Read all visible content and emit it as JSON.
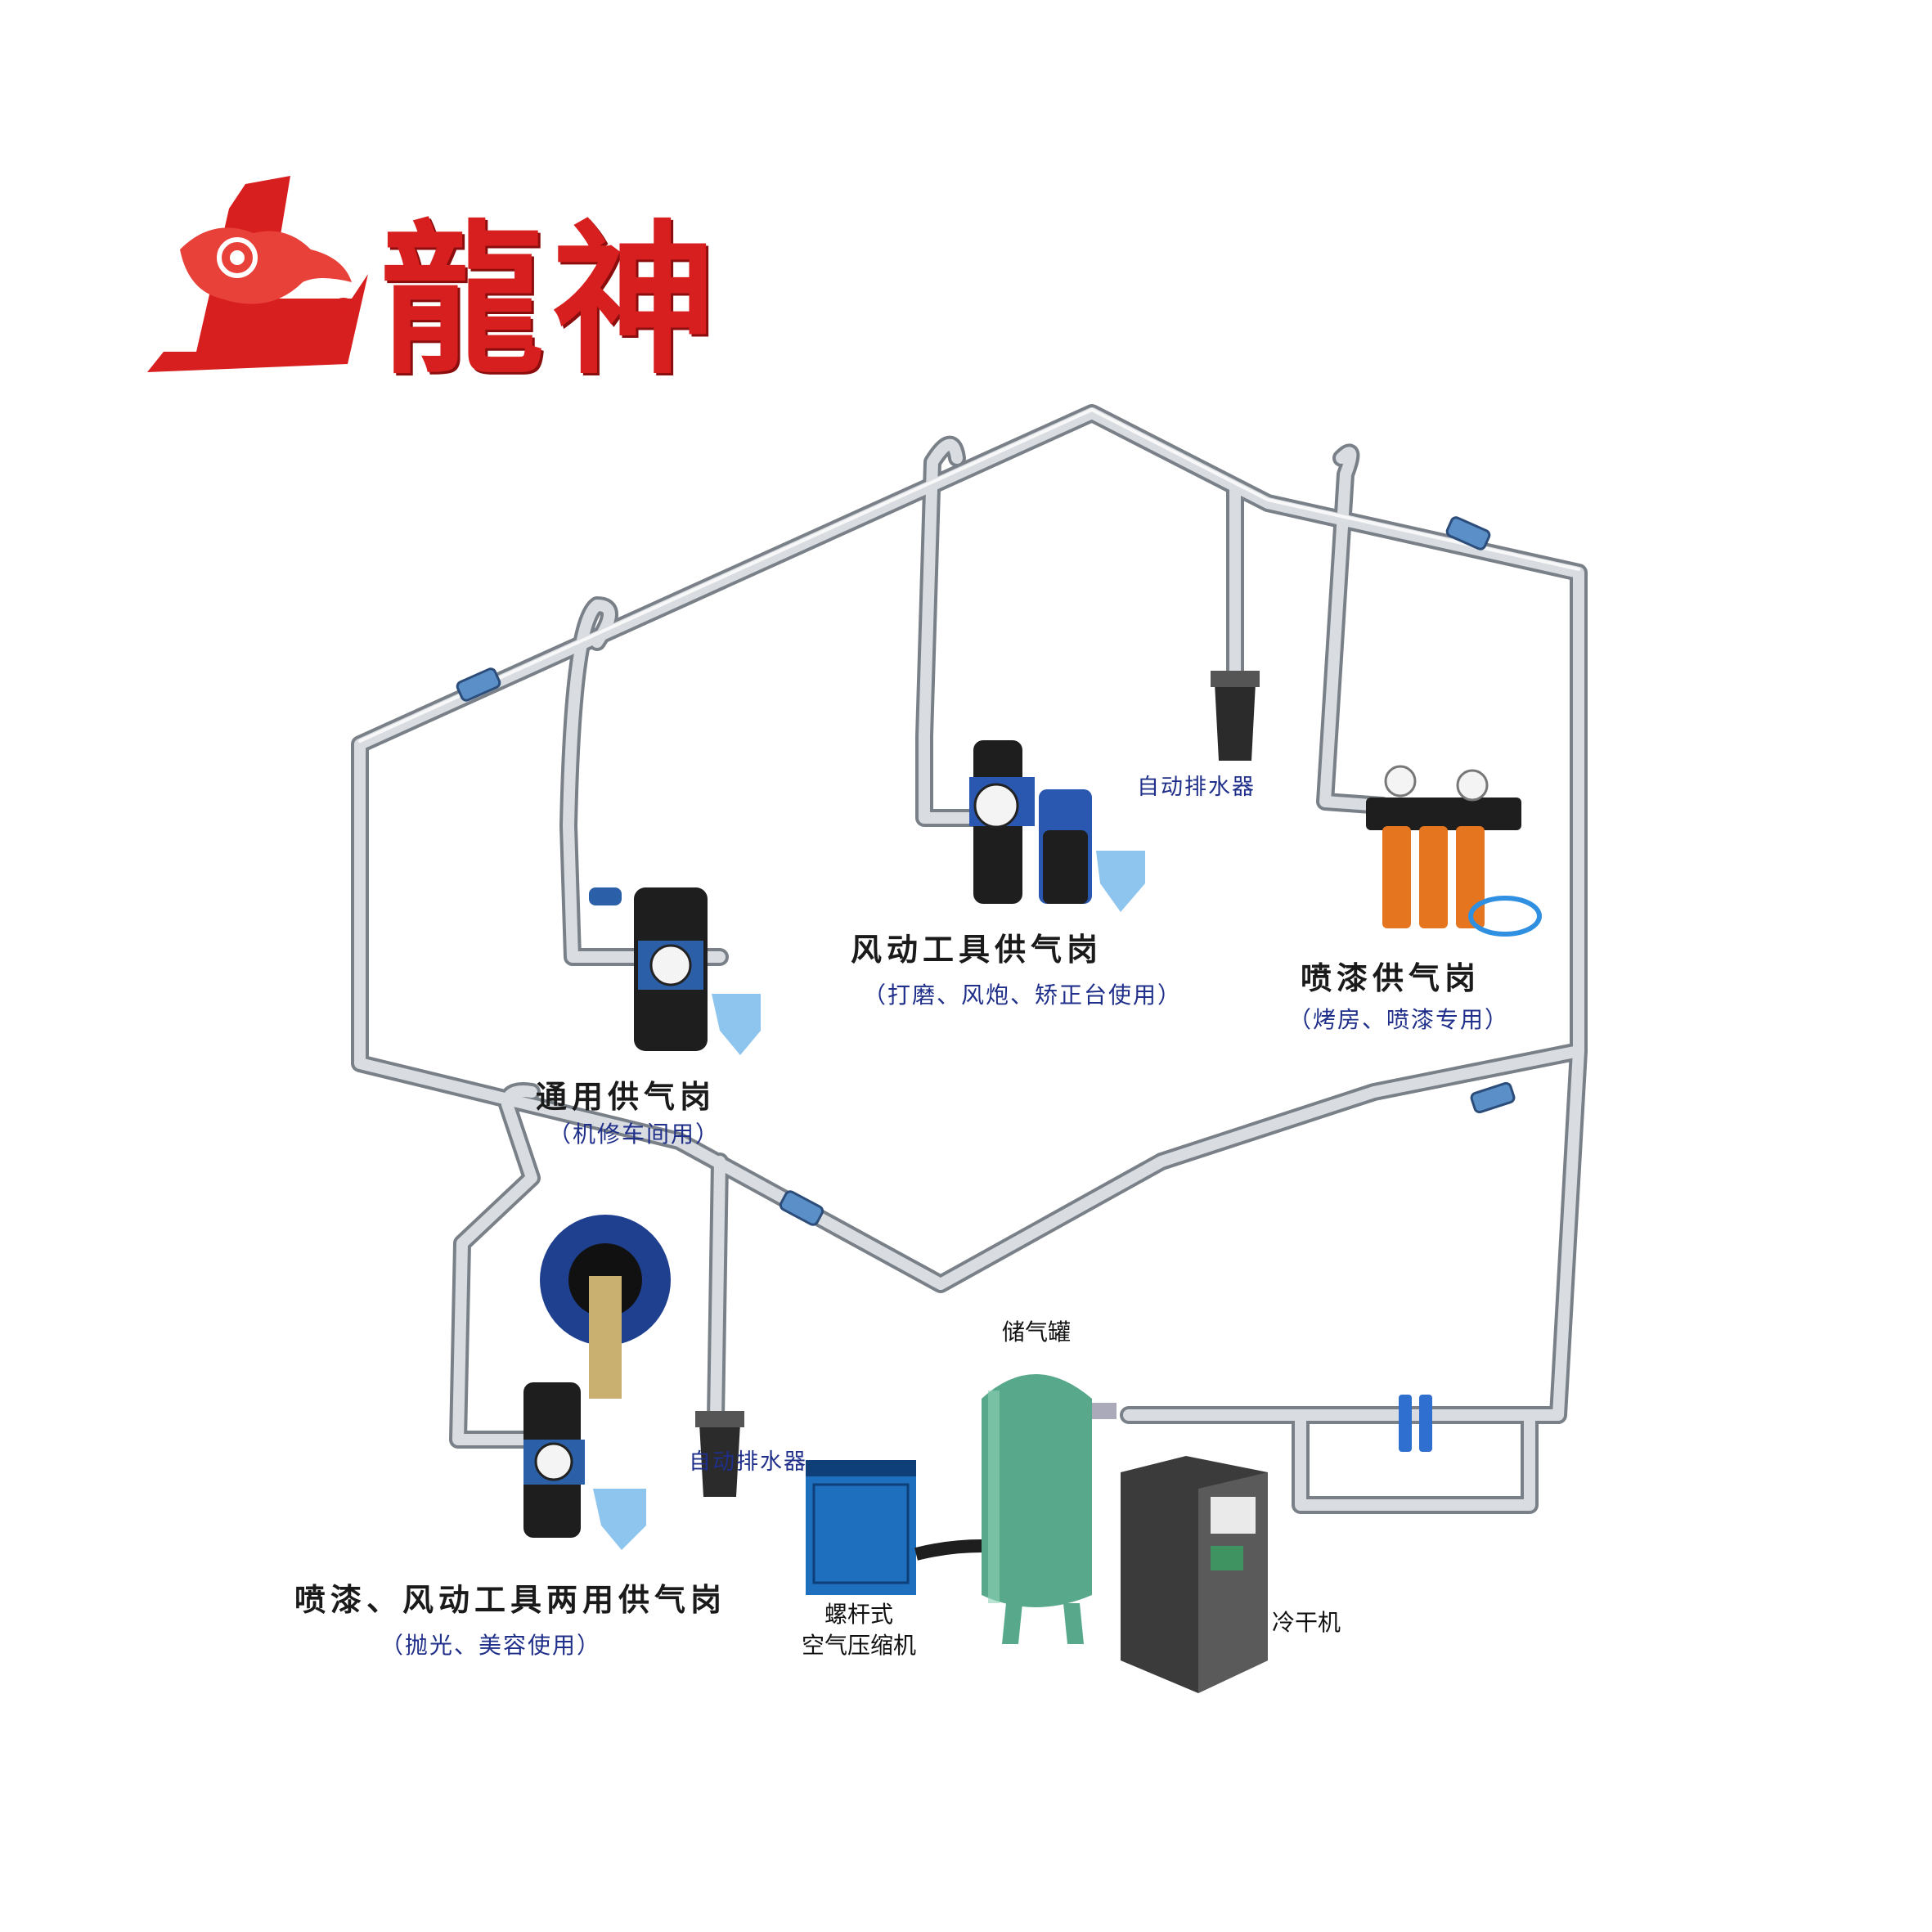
{
  "brand": {
    "logo_text": "龍神",
    "colors": {
      "brand_red": "#d81f1f",
      "pipe": "#c8ccd0",
      "pipe_edge": "#7a8088",
      "label_blue": "#1f2f8a"
    }
  },
  "stations": {
    "general": {
      "title": "通用供气岗",
      "subtitle": "（机修车间用）"
    },
    "pneumatic": {
      "title": "风动工具供气岗",
      "subtitle": "（打磨、风炮、矫正台使用）"
    },
    "paint": {
      "title": "喷漆供气岗",
      "subtitle": "（烤房、喷漆专用）"
    },
    "dual": {
      "title": "喷漆、风动工具两用供气岗",
      "subtitle": "（抛光、美容使用）"
    }
  },
  "drains": {
    "top": "自动排水器",
    "bottom": "自动排水器"
  },
  "equipment": {
    "compressor": {
      "line1": "螺杆式",
      "line2": "空气压缩机"
    },
    "tank": "储气罐",
    "dryer": "冷干机"
  }
}
